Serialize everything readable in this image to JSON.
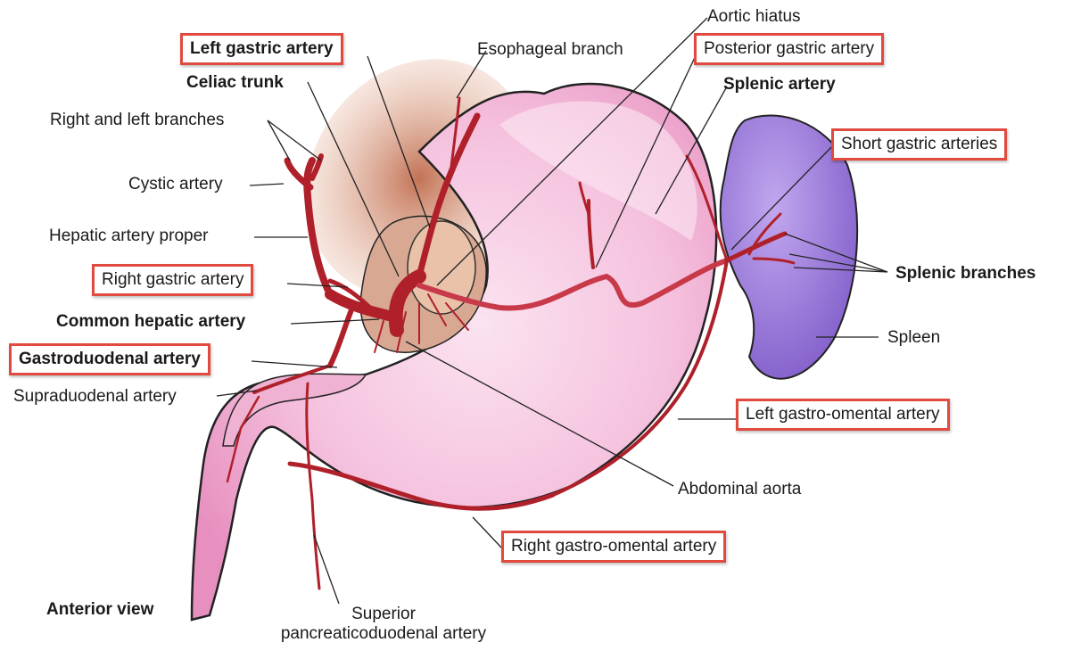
{
  "labels": {
    "aortic_hiatus": "Aortic hiatus",
    "left_gastric_artery": "Left gastric artery",
    "esophageal_branch": "Esophageal branch",
    "posterior_gastric_artery": "Posterior gastric artery",
    "celiac_trunk": "Celiac trunk",
    "splenic_artery": "Splenic artery",
    "right_left_branches": "Right and left branches",
    "short_gastric_arteries": "Short gastric arteries",
    "cystic_artery": "Cystic artery",
    "hepatic_artery_proper": "Hepatic artery proper",
    "splenic_branches": "Splenic branches",
    "right_gastric_artery": "Right gastric artery",
    "common_hepatic_artery": "Common hepatic artery",
    "spleen": "Spleen",
    "gastroduodenal_artery": "Gastroduodenal artery",
    "supraduodenal_artery": "Supraduodenal artery",
    "left_gastro_omental_artery": "Left gastro-omental artery",
    "abdominal_aorta": "Abdominal aorta",
    "right_gastro_omental_artery": "Right gastro-omental artery",
    "anterior_view": "Anterior view",
    "superior_pancreaticoduodenal_line1": "Superior",
    "superior_pancreaticoduodenal_line2": "pancreaticoduodenal artery"
  },
  "colors": {
    "highlight_box": "#e04a3f",
    "artery": "#b0202a",
    "stomach": "#f2b6d4",
    "spleen": "#9b7ad8",
    "esophagus_shade": "#c8704a"
  }
}
